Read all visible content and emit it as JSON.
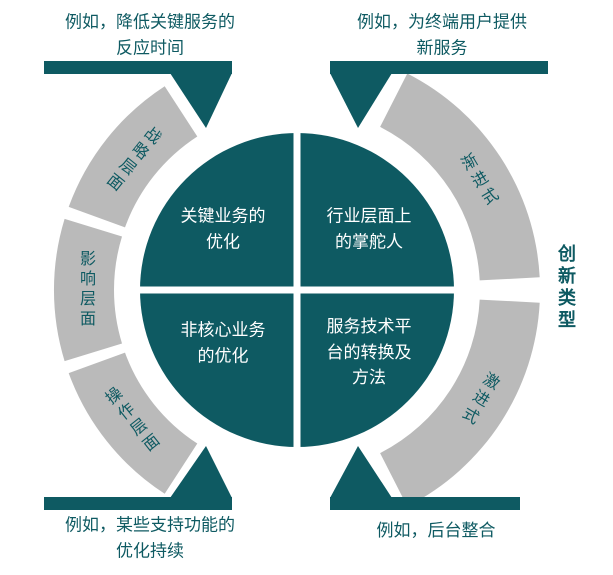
{
  "colors": {
    "teal": "#0E5A62",
    "gray": "#BABABA",
    "white": "#FFFFFF"
  },
  "callouts": {
    "top_left": "例如，降低关键服务的\n反应时间",
    "top_right": "例如，为终端用户提供\n新服务",
    "bottom_left": "例如，某些支持功能的\n优化持续",
    "bottom_right": "例如，后台整合"
  },
  "quadrants": {
    "top_left": "关键业务的\n优化",
    "top_right": "行业层面上\n的掌舵人",
    "bottom_left": "非核心业务\n的优化",
    "bottom_right": "服务技术平\n台的转换及\n方法"
  },
  "arc_labels": {
    "left": [
      "战略层面",
      "影响层面",
      "操作层面"
    ],
    "right": [
      "渐进式",
      "激进式"
    ]
  },
  "axis_label_right": "创新类型"
}
